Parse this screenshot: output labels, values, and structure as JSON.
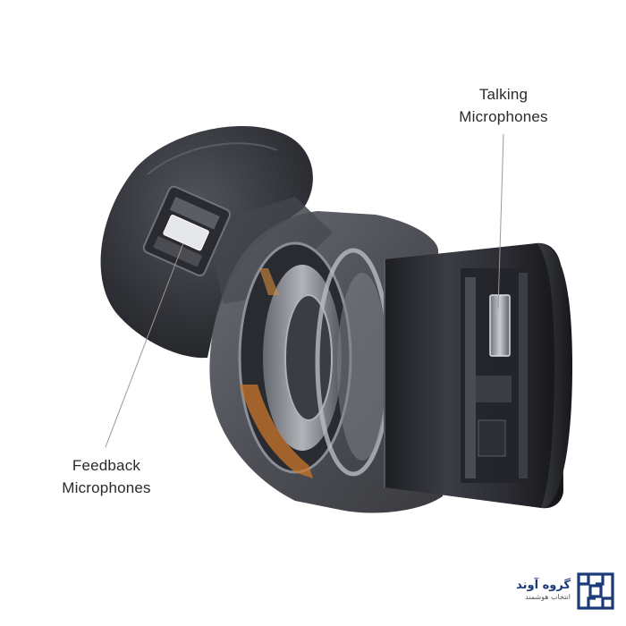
{
  "callouts": {
    "talking": {
      "line1": "Talking",
      "line2": "Microphones"
    },
    "feedback": {
      "line1": "Feedback",
      "line2": "Microphones"
    }
  },
  "brand": {
    "name": "گروه آوند",
    "tagline": "انتخاب هوشمند",
    "logo_icon": "maze-square-logo-icon",
    "color": "#1a3a78"
  },
  "illustration": {
    "subject": "earbud-cutaway-icon",
    "shell_color": "#2b2d33",
    "background": "#ffffff"
  }
}
